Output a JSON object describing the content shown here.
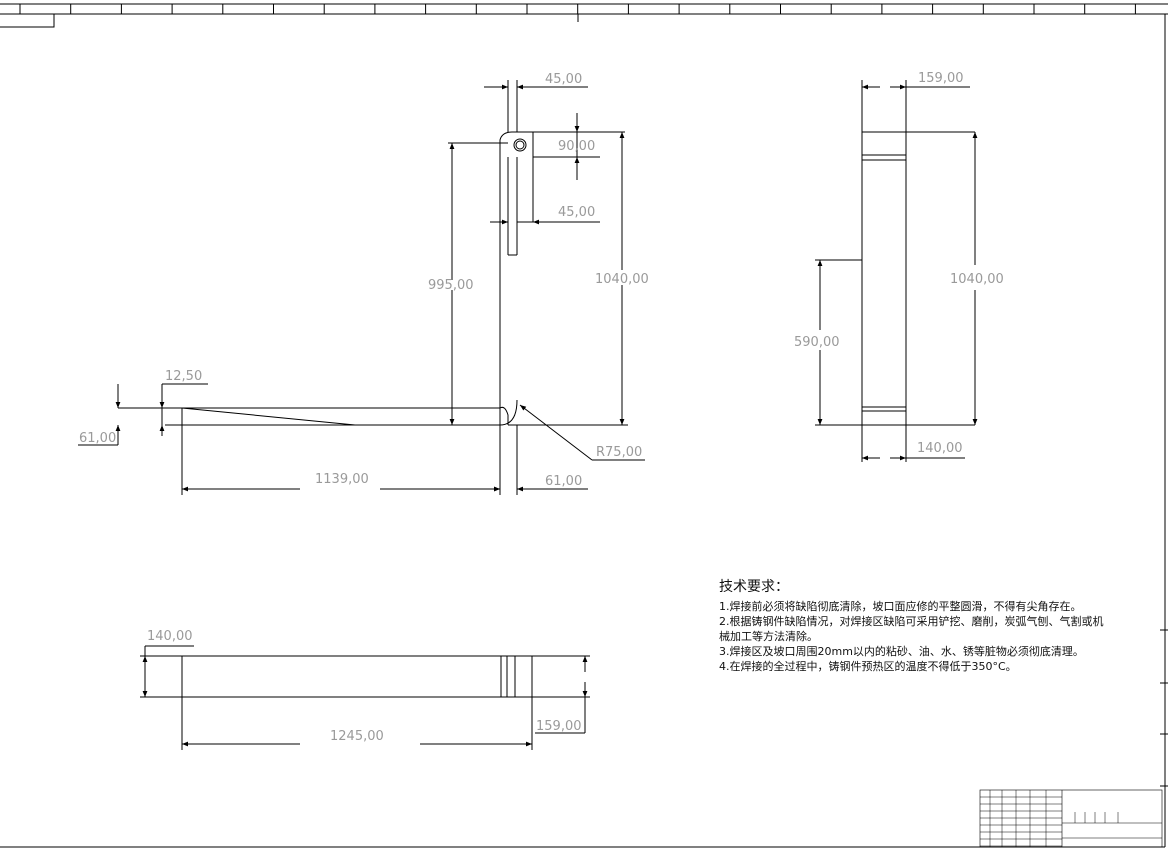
{
  "dimensions": {
    "d45_top": "45,00",
    "d90": "90,00",
    "d45_mid": "45,00",
    "d995": "995,00",
    "d1040_front": "1040,00",
    "d12_5": "12,50",
    "d61_left": "61,00",
    "dR75": "R75,00",
    "d1139": "1139,00",
    "d61_bottom": "61,00",
    "d159_side": "159,00",
    "d1040_side": "1040,00",
    "d590": "590,00",
    "d140_side": "140,00",
    "d140_plan": "140,00",
    "d159_plan": "159,00",
    "d1245": "1245,00"
  },
  "tech_requirements": {
    "title": "技术要求：",
    "items": [
      "1.焊接前必须将缺陷彻底清除，坡口面应修的平整圆滑，不得有尖角存在。",
      "2.根据铸钢件缺陷情况，对焊接区缺陷可采用铲挖、磨削，炭弧气刨、气割或机械加工等方法清除。",
      "3.焊接区及坡口周围20mm以内的粘砂、油、水、锈等脏物必须彻底清理。",
      "4.在焊接的全过程中，铸钢件预热区的温度不得低于350°C。"
    ]
  },
  "colors": {
    "line": "#000000",
    "dimension_text": "#9a9a9a"
  }
}
